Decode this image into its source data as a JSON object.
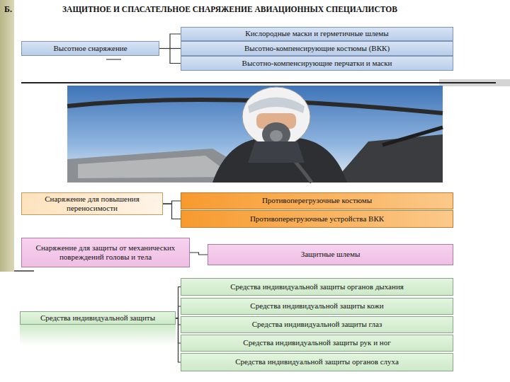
{
  "diagram": {
    "title": "ЗАЩИТНОЕ И СПАСАТЕЛЬНОЕ СНАРЯЖЕНИЕ АВИАЦИОННЫХ СПЕЦИАЛИСТОВ",
    "nodes": [
      {
        "text": [
          "Высотное снаряжение"
        ]
      },
      {
        "text": [
          "Кислородные маски и герметичные шлемы"
        ]
      },
      {
        "text": [
          "Высотно-компенсирующие костюмы (ВКК)"
        ]
      },
      {
        "text": [
          "Высотно-компенсирующие перчатки и маски"
        ]
      },
      {
        "text": [
          "Снаряжение для повышения переносимости"
        ]
      },
      {
        "text": [
          "Противоперегрузочные костюмы"
        ]
      },
      {
        "text": [
          "Противоперегрузочные устройства ВКК"
        ]
      },
      {
        "text": [
          "Снаряжение для защиты от механических повреждений головы и тела"
        ]
      },
      {
        "text": [
          "Защитные шлемы"
        ]
      },
      {
        "text": [
          "Средства индивидуальной защиты"
        ]
      },
      {
        "text": [
          "Средства индивидуальной защиты органов дыхания"
        ]
      },
      {
        "text": [
          "Средства индивидуальной защиты кожи"
        ]
      },
      {
        "text": [
          "Средства индивидуальной защиты глаз"
        ]
      },
      {
        "text": [
          "Средства индивидуальной защиты рук и ног"
        ]
      },
      {
        "text": [
          "Средства индивидуальной защиты органов слуха"
        ]
      }
    ],
    "edges": [
      {
        "from": 0,
        "to": 1,
        "arrow": "none"
      },
      {
        "from": 0,
        "to": 2,
        "arrow": "none"
      },
      {
        "from": 0,
        "to": 3,
        "arrow": "none"
      },
      {
        "from": 4,
        "to": 5,
        "arrow": "none"
      },
      {
        "from": 4,
        "to": 6,
        "arrow": "none"
      },
      {
        "from": 7,
        "to": 8,
        "arrow": "none"
      },
      {
        "from": 9,
        "to": 10,
        "arrow": "none"
      },
      {
        "from": 9,
        "to": 11,
        "arrow": "none"
      },
      {
        "from": 9,
        "to": 12,
        "arrow": "none"
      },
      {
        "from": 9,
        "to": 13,
        "arrow": "none"
      },
      {
        "from": 9,
        "to": 14,
        "arrow": "none"
      }
    ],
    "labels": [
      "Б."
    ]
  }
}
